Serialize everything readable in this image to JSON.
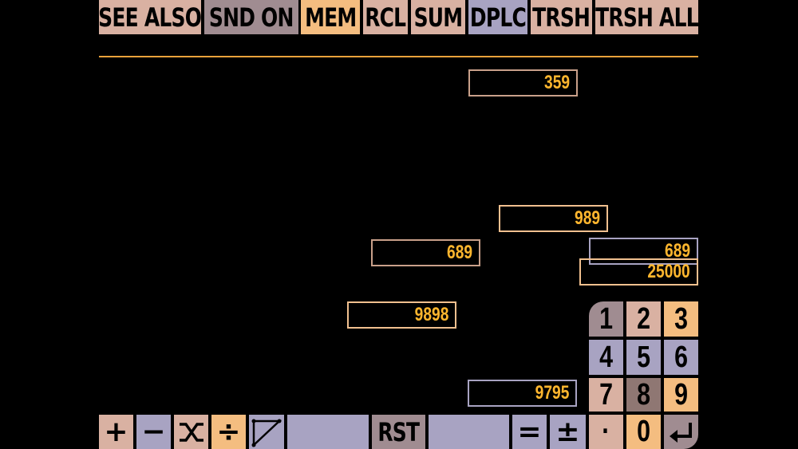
{
  "top_menu": {
    "see_also": "SEE ALSO",
    "snd_on": "SND ON",
    "mem": "MEM",
    "rcl": "RCL",
    "sum": "SUM",
    "dplc": "DPLC",
    "trsh": "TRSH",
    "trsh_all": "TRSH ALL"
  },
  "fields": {
    "f1": "359",
    "f2": "989",
    "f3": "689",
    "f4": "689",
    "f5": "25000",
    "f6": "9898",
    "f7": "9795"
  },
  "keypad": {
    "k1": "1",
    "k2": "2",
    "k3": "3",
    "k4": "4",
    "k5": "5",
    "k6": "6",
    "k7": "7",
    "k8": "8",
    "k9": "9",
    "k0": "0",
    "dot": "·",
    "enter": "↵"
  },
  "bottom_bar": {
    "plus": "+",
    "minus": "−",
    "multiply": "×",
    "divide": "÷",
    "rst": "RST",
    "equals": "=",
    "plus_minus": "±"
  },
  "colors": {
    "accent_orange": "#ffb62e",
    "rule": "#e9a23b",
    "pink": "#d9b1a2",
    "mauve": "#a08c91",
    "lavender": "#a8a3c2",
    "orange_pale": "#f4bd80"
  }
}
